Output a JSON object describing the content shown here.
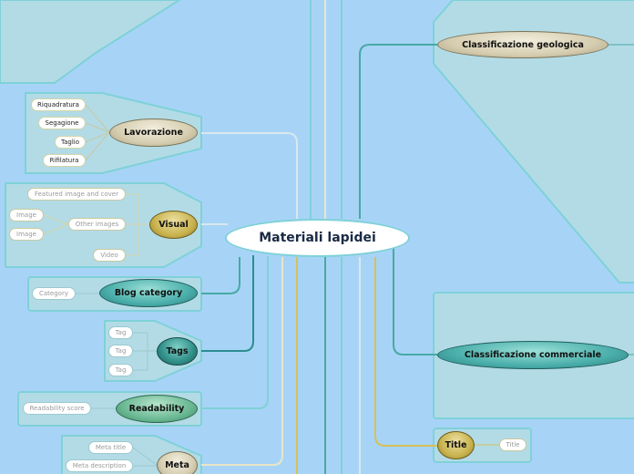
{
  "center": {
    "label": "Materiali lapidei"
  },
  "branches": {
    "lavorazione": {
      "label": "Lavorazione",
      "children": [
        "Riquadratura",
        "Segagione",
        "Taglio",
        "Rifilatura"
      ]
    },
    "visual": {
      "label": "Visual",
      "children": [
        "Featured image and cover",
        "Other images",
        "Image",
        "Image",
        "Video"
      ]
    },
    "blog_category": {
      "label": "Blog category",
      "children": [
        "Category"
      ]
    },
    "tags": {
      "label": "Tags",
      "children": [
        "Tag",
        "Tag",
        "Tag"
      ]
    },
    "readability": {
      "label": "Readability",
      "children": [
        "Readability score"
      ]
    },
    "meta": {
      "label": "Meta",
      "children": [
        "Meta title",
        "Meta description"
      ]
    },
    "classificazione_geologica": {
      "label": "Classificazione geologica"
    },
    "classificazione_commerciale": {
      "label": "Classificazione commerciale"
    },
    "title": {
      "label": "Title",
      "children": [
        "Title"
      ]
    }
  },
  "colors": {
    "background": "#a7d4f6",
    "panel_fill": "#b2dbe6",
    "panel_border": "#7fd1d8",
    "teal_node": "#4aaeaa",
    "tan_node": "#d6cdb0",
    "gold_node": "#c9b34e",
    "green_node": "#6bb894"
  }
}
